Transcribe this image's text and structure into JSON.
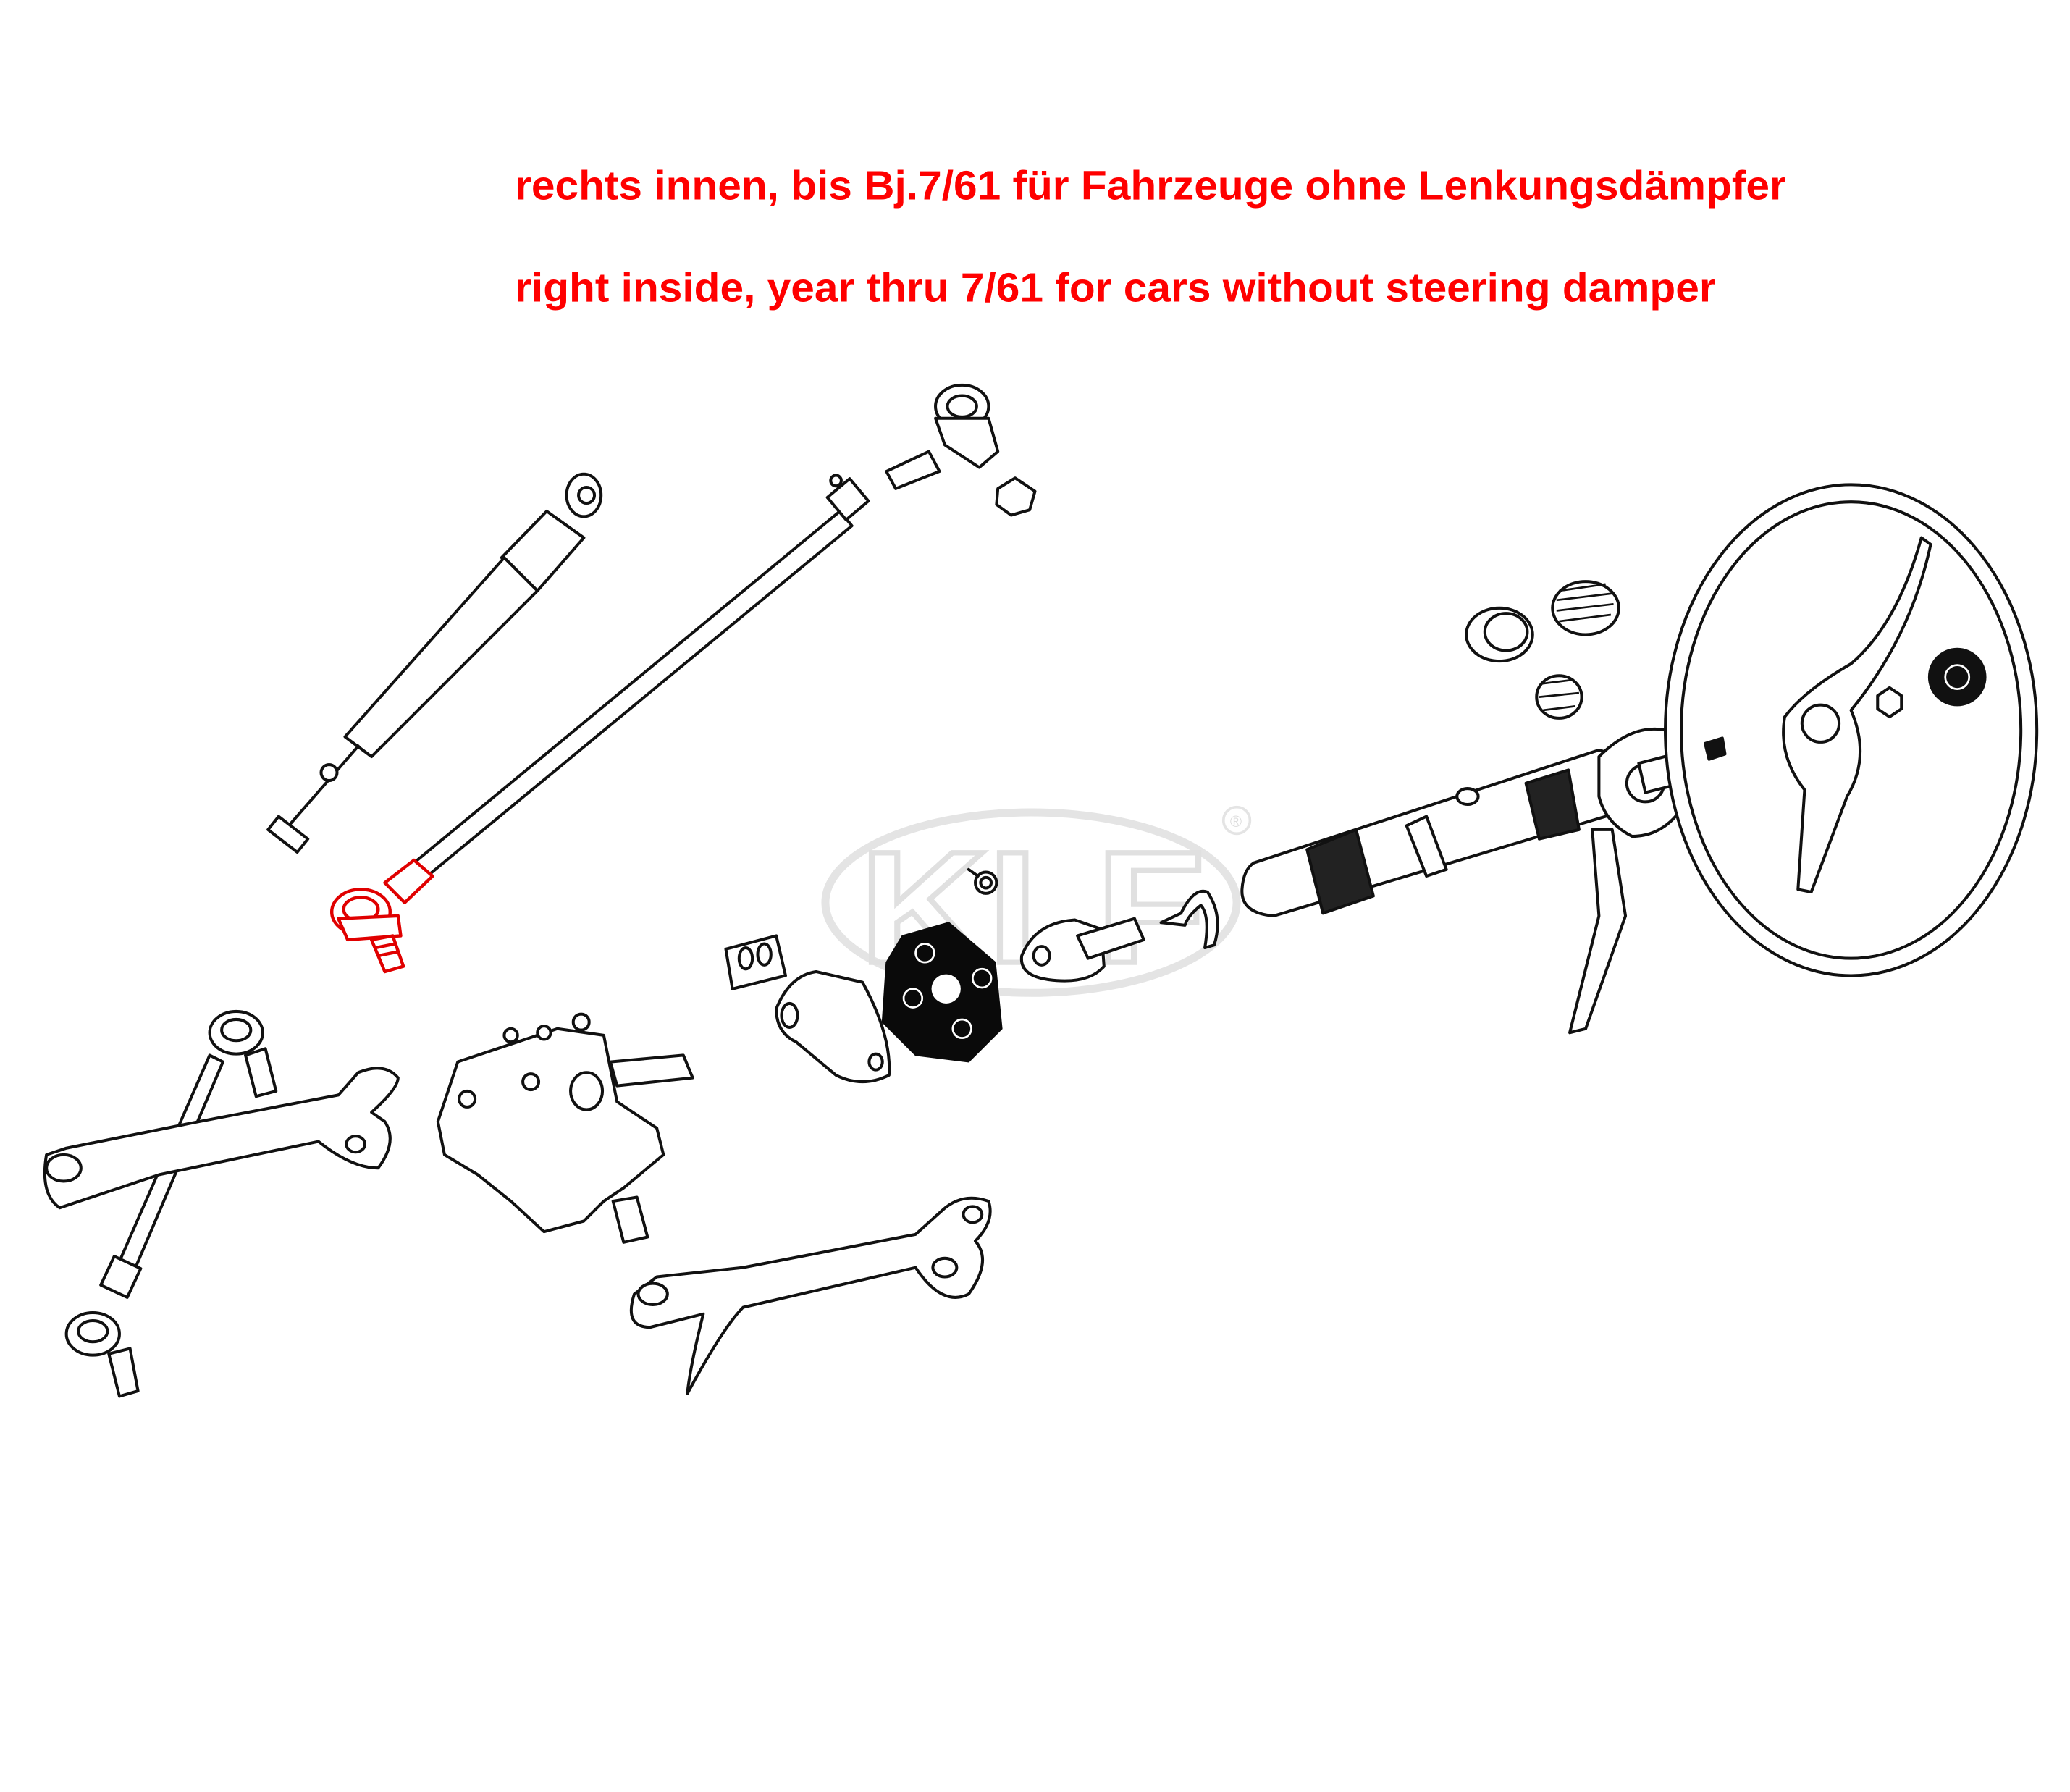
{
  "caption": {
    "german": "rechts innen, bis Bj.7/61 für Fahrzeuge ohne Lenkungsdämpfer",
    "english": "right inside, year thru 7/61 for cars without steering damper",
    "color": "#ff0000"
  },
  "watermark": {
    "brand": "KLF",
    "registered_mark": "®"
  },
  "highlight_color": "#e00000"
}
